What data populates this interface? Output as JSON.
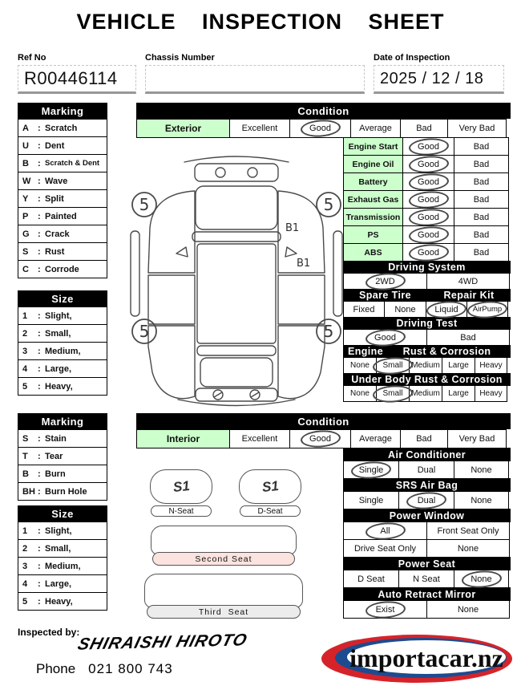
{
  "title": "VEHICLE INSPECTION SHEET",
  "header": {
    "ref_no_label": "Ref No",
    "ref_no_value": "R00446114",
    "chassis_label": "Chassis Number",
    "chassis_value": "",
    "date_label": "Date of Inspection",
    "date_value": "2025 / 12 / 18"
  },
  "exterior": {
    "legend": {
      "marking_title": "Marking",
      "markings": [
        {
          "code": "A",
          "label": "Scratch"
        },
        {
          "code": "U",
          "label": "Dent"
        },
        {
          "code": "B",
          "label": "Scratch & Dent"
        },
        {
          "code": "W",
          "label": "Wave"
        },
        {
          "code": "Y",
          "label": "Split"
        },
        {
          "code": "P",
          "label": "Painted"
        },
        {
          "code": "G",
          "label": "Crack"
        },
        {
          "code": "S",
          "label": "Rust"
        },
        {
          "code": "C",
          "label": "Corrode"
        }
      ],
      "size_title": "Size",
      "sizes": [
        {
          "code": "1",
          "label": "Slight,"
        },
        {
          "code": "2",
          "label": "Small,"
        },
        {
          "code": "3",
          "label": "Medium,"
        },
        {
          "code": "4",
          "label": "Large,"
        },
        {
          "code": "5",
          "label": "Heavy,"
        }
      ]
    },
    "condition_title": "Condition",
    "rating": {
      "label": "Exterior",
      "options": [
        "Excellent",
        "Good",
        "Average",
        "Bad",
        "Very Bad"
      ],
      "selected": "Good"
    },
    "checks": [
      {
        "label": "Engine Start",
        "options": [
          "Good",
          "Bad"
        ],
        "selected": "Good"
      },
      {
        "label": "Engine Oil",
        "options": [
          "Good",
          "Bad"
        ],
        "selected": "Good"
      },
      {
        "label": "Battery",
        "options": [
          "Good",
          "Bad"
        ],
        "selected": "Good"
      },
      {
        "label": "Exhaust Gas",
        "options": [
          "Good",
          "Bad"
        ],
        "selected": "Good"
      },
      {
        "label": "Transmission",
        "options": [
          "Good",
          "Bad"
        ],
        "selected": "Good"
      },
      {
        "label": "PS",
        "options": [
          "Good",
          "Bad"
        ],
        "selected": "Good"
      },
      {
        "label": "ABS",
        "options": [
          "Good",
          "Bad"
        ],
        "selected": "Good"
      }
    ],
    "driving_system": {
      "title": "Driving System",
      "options": [
        "2WD",
        "4WD"
      ],
      "selected": "2WD"
    },
    "spare_repair": {
      "spare_title": "Spare Tire",
      "repair_title": "Repair Kit",
      "options": [
        "Fixed",
        "None",
        "Liquid",
        "AirPump"
      ],
      "selected": [
        "Liquid",
        "AirPump"
      ]
    },
    "driving_test": {
      "title": "Driving Test",
      "options": [
        "Good",
        "Bad"
      ],
      "selected": "Good"
    },
    "engine_rust": {
      "title_left": "Engine",
      "title_right": "Rust & Corrosion",
      "options": [
        "None",
        "Small",
        "Medium",
        "Large",
        "Heavy"
      ],
      "selected": "Small"
    },
    "underbody_rust": {
      "title": "Under Body Rust & Corrosion",
      "options": [
        "None",
        "Small",
        "Medium",
        "Large",
        "Heavy"
      ],
      "selected": "Small"
    },
    "diagram": {
      "wheel_marks": [
        "5",
        "5",
        "5",
        "5"
      ],
      "panel_marks": [
        "B1",
        "B1"
      ]
    }
  },
  "interior": {
    "legend": {
      "marking_title": "Marking",
      "markings": [
        {
          "code": "S",
          "label": "Stain"
        },
        {
          "code": "T",
          "label": "Tear"
        },
        {
          "code": "B",
          "label": "Burn"
        },
        {
          "code": "BH",
          "label": "Burn Hole"
        }
      ],
      "size_title": "Size",
      "sizes": [
        {
          "code": "1",
          "label": "Slight,"
        },
        {
          "code": "2",
          "label": "Small,"
        },
        {
          "code": "3",
          "label": "Medium,"
        },
        {
          "code": "4",
          "label": "Large,"
        },
        {
          "code": "5",
          "label": "Heavy,"
        }
      ]
    },
    "condition_title": "Condition",
    "rating": {
      "label": "Interior",
      "options": [
        "Excellent",
        "Good",
        "Average",
        "Bad",
        "Very Bad"
      ],
      "selected": "Good"
    },
    "air_conditioner": {
      "title": "Air Conditioner",
      "options": [
        "Single",
        "Dual",
        "None"
      ],
      "selected": "Single"
    },
    "srs_air_bag": {
      "title": "SRS Air Bag",
      "options": [
        "Single",
        "Dual",
        "None"
      ],
      "selected": "Dual"
    },
    "power_window": {
      "title": "Power Window",
      "options": [
        "All",
        "Front Seat Only",
        "Drive Seat Only",
        "None"
      ],
      "selected": "All"
    },
    "power_seat": {
      "title": "Power Seat",
      "options": [
        "D Seat",
        "N Seat",
        "None"
      ],
      "selected": "None"
    },
    "auto_retract_mirror": {
      "title": "Auto Retract Mirror",
      "options": [
        "Exist",
        "None"
      ],
      "selected": "Exist"
    },
    "seats": {
      "n_seat_label": "N-Seat",
      "n_seat_mark": "S1",
      "d_seat_label": "D-Seat",
      "d_seat_mark": "S1",
      "second_seat_label": "Second Seat",
      "third_seat_label": "Third  Seat"
    }
  },
  "footer": {
    "inspected_by_label": "Inspected by:",
    "signature": "SHIRAISHI HIROTO",
    "phone_label": "Phone",
    "phone_number": "021 800 743",
    "logo_text": "importacar.nz"
  },
  "colors": {
    "label_green": "#ccffcc",
    "header_black": "#000000",
    "circle_mark": "#4a4a4a",
    "second_seat_pink": "#fbe3df",
    "third_seat_grey": "#ececec",
    "logo_red": "#d6232a",
    "logo_blue": "#1d4b8f"
  }
}
